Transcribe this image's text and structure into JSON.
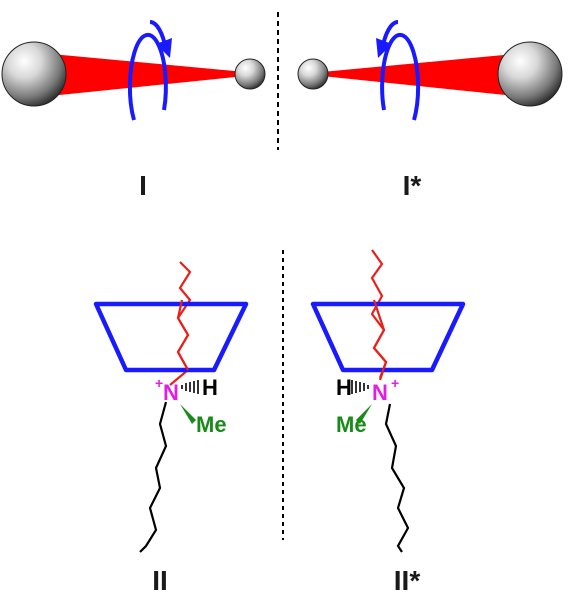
{
  "labels": {
    "top_left": "I",
    "top_right": "I*",
    "bottom_left": "II",
    "bottom_right": "II*"
  },
  "atoms": {
    "nitrogen": "N",
    "charge": "+",
    "hydrogen": "H",
    "methyl": "Me"
  },
  "colors": {
    "rotation_arrow": "#1a1aff",
    "cone": "#ff0000",
    "ring": "#1a1aff",
    "threaded_chain": "#e8201a",
    "nitrogen": "#e020e0",
    "methyl": "#1a8a1a",
    "alkyl_chain": "#000000",
    "mirror_line": "#000000"
  }
}
